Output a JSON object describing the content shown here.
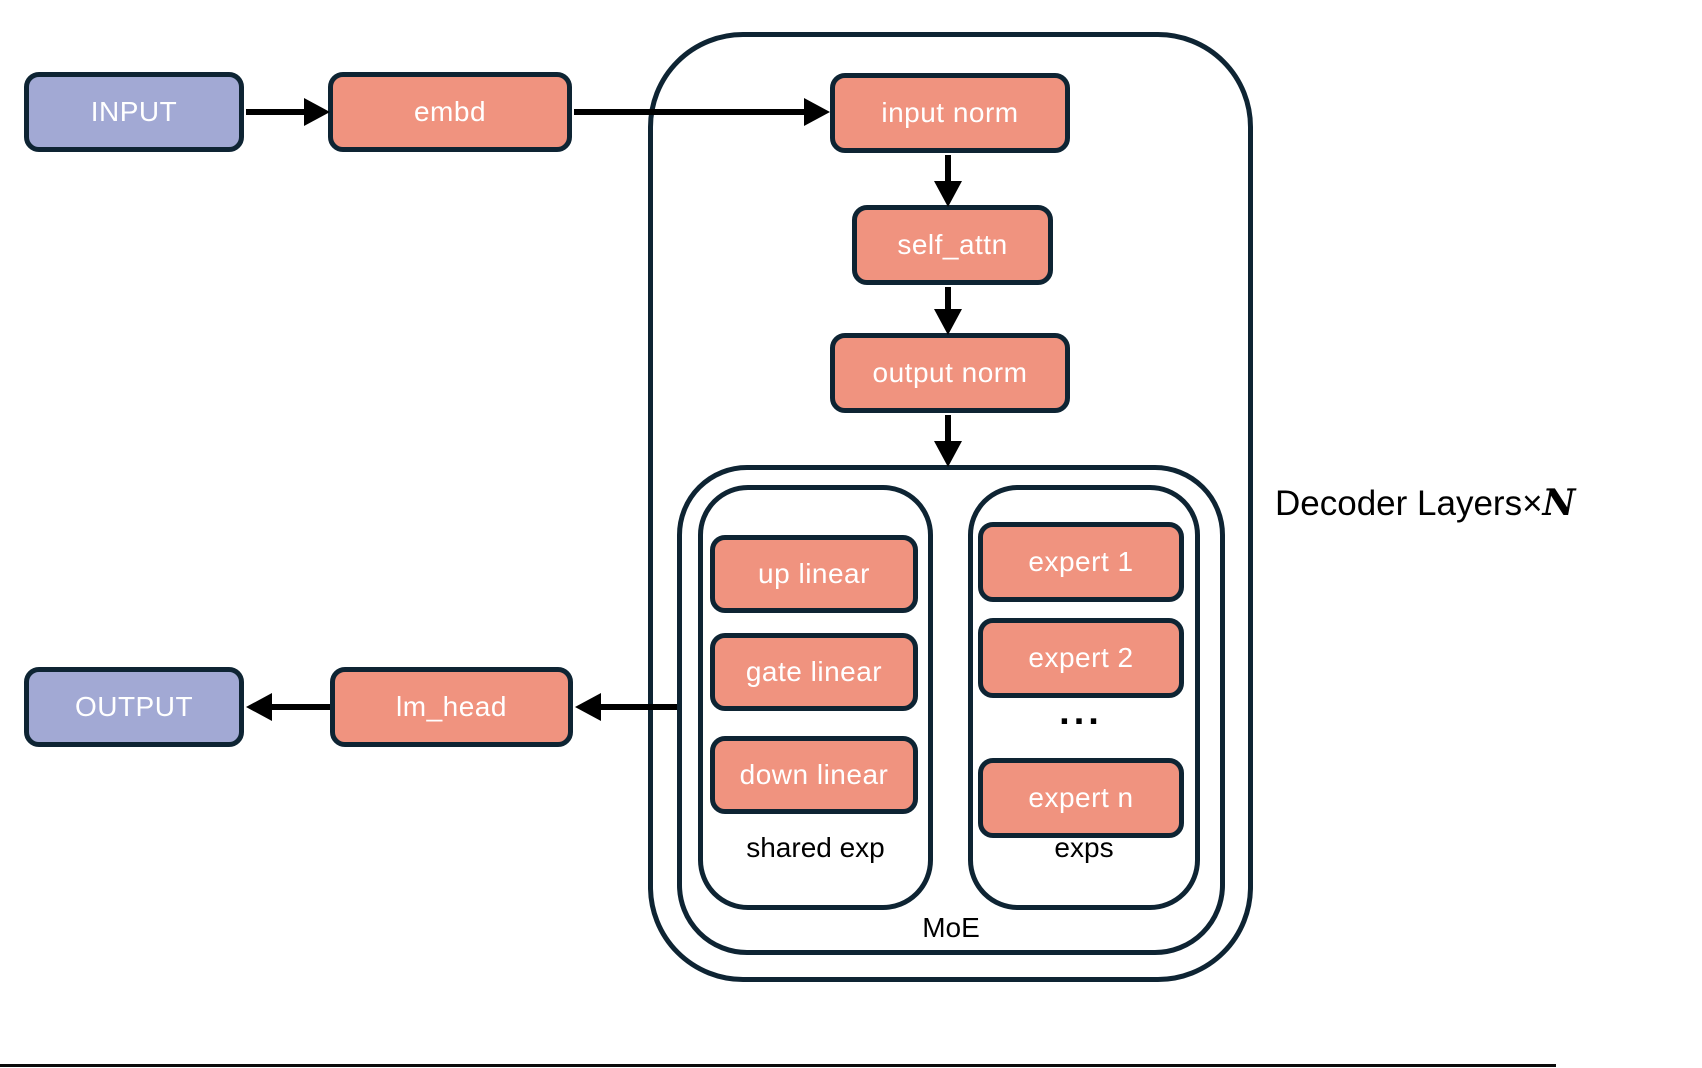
{
  "colors": {
    "salmon": "#f0937f",
    "purple": "#a2a9d4",
    "border": "#0e2433",
    "arrow": "#000000",
    "label": "#000000",
    "bg": "#ffffff"
  },
  "nodes": {
    "input": "INPUT",
    "embd": "embd",
    "input_norm": "input norm",
    "self_attn": "self_attn",
    "output_norm": "output norm",
    "lm_head": "lm_head",
    "output": "OUTPUT"
  },
  "moe": {
    "label": "MoE",
    "shared_exp": {
      "label": "shared exp",
      "items": [
        "up linear",
        "gate linear",
        "down linear"
      ]
    },
    "exps": {
      "label": "exps",
      "expert_1": "expert 1",
      "expert_2": "expert 2",
      "ellipsis": "...",
      "expert_n": "expert n"
    }
  },
  "decoder": {
    "label_prefix": "Decoder Layers×",
    "label_n": "N"
  }
}
